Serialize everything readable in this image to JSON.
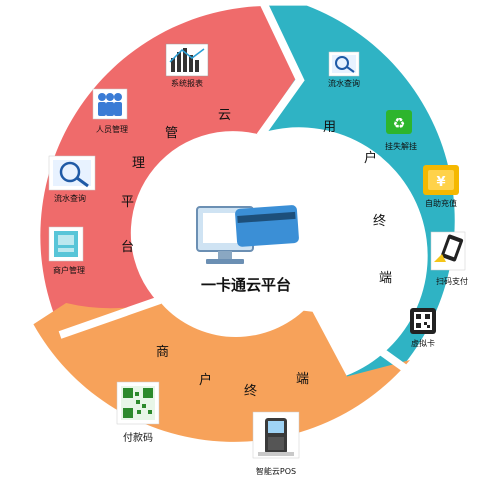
{
  "center": {
    "title": "一卡通云平台"
  },
  "segments": {
    "cloud": {
      "chars": [
        "云",
        "管",
        "理",
        "平",
        "台"
      ],
      "color": "#ef6b6b"
    },
    "user": {
      "chars": [
        "用",
        "户",
        "终",
        "端"
      ],
      "color": "#2fb3c4"
    },
    "merchant": {
      "chars": [
        "商",
        "户",
        "终",
        "端"
      ],
      "color": "#f7a25a"
    }
  },
  "items": {
    "report": "系统报表",
    "personnel": "人员管理",
    "flow_cloud": "流水查询",
    "merchant_mgmt": "商户管理",
    "flow_user": "流水查询",
    "report_loss": "挂失解挂",
    "self_recharge": "自助充值",
    "scan_pay": "扫码支付",
    "virtual_card": "虚拟卡",
    "pay_code": "付款码",
    "smart_pos": "智能云POS"
  },
  "icon_text": {
    "merchant_mgmt_icon": "商户管理"
  }
}
